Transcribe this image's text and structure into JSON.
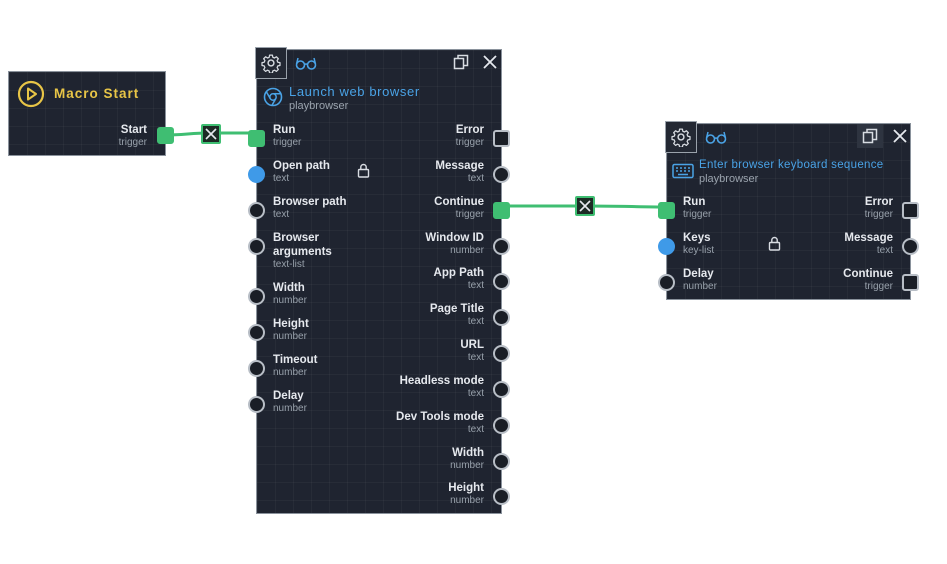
{
  "colors": {
    "node_bg": "#1f2430",
    "wire": "#3fbe72",
    "title_blue": "#4aa3e6",
    "macro_yellow": "#e8c547",
    "filled_port": "#3f9ae8"
  },
  "macro_start": {
    "title": "Macro Start",
    "icon": "play-circle-icon",
    "outputs": [
      {
        "label": "Start",
        "type": "trigger"
      }
    ]
  },
  "launch_browser": {
    "title": "Launch web browser",
    "subtitle": "playbrowser",
    "icon": "browser-icon",
    "inputs": [
      {
        "label": "Run",
        "type": "trigger"
      },
      {
        "label": "Open path",
        "type": "text"
      },
      {
        "label": "Browser path",
        "type": "text"
      },
      {
        "label": "Browser arguments",
        "type": "text-list"
      },
      {
        "label": "Width",
        "type": "number"
      },
      {
        "label": "Height",
        "type": "number"
      },
      {
        "label": "Timeout",
        "type": "number"
      },
      {
        "label": "Delay",
        "type": "number"
      }
    ],
    "outputs": [
      {
        "label": "Error",
        "type": "trigger"
      },
      {
        "label": "Message",
        "type": "text"
      },
      {
        "label": "Continue",
        "type": "trigger"
      },
      {
        "label": "Window ID",
        "type": "number"
      },
      {
        "label": "App Path",
        "type": "text"
      },
      {
        "label": "Page Title",
        "type": "text"
      },
      {
        "label": "URL",
        "type": "text"
      },
      {
        "label": "Headless mode",
        "type": "text"
      },
      {
        "label": "Dev Tools mode",
        "type": "text"
      },
      {
        "label": "Width",
        "type": "number"
      },
      {
        "label": "Height",
        "type": "number"
      }
    ]
  },
  "keyboard_seq": {
    "title": "Enter browser keyboard sequence",
    "subtitle": "playbrowser",
    "icon": "keyboard-icon",
    "inputs": [
      {
        "label": "Run",
        "type": "trigger"
      },
      {
        "label": "Keys",
        "type": "key-list"
      },
      {
        "label": "Delay",
        "type": "number"
      }
    ],
    "outputs": [
      {
        "label": "Error",
        "type": "trigger"
      },
      {
        "label": "Message",
        "type": "text"
      },
      {
        "label": "Continue",
        "type": "trigger"
      }
    ]
  }
}
